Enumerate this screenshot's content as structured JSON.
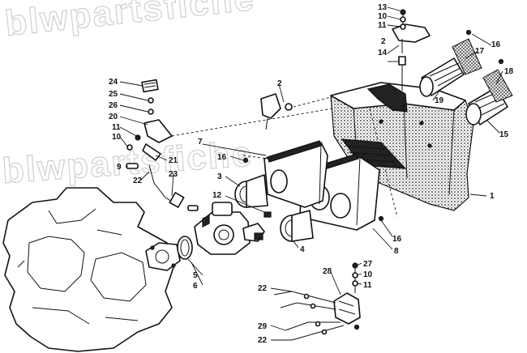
{
  "watermark": {
    "text": "blwpartsfiche"
  },
  "callouts": [
    {
      "id": "c13",
      "label": "13"
    },
    {
      "id": "c10a",
      "label": "10"
    },
    {
      "id": "c11a",
      "label": "11"
    },
    {
      "id": "c2a",
      "label": "2"
    },
    {
      "id": "c14",
      "label": "14"
    },
    {
      "id": "c16a",
      "label": "16"
    },
    {
      "id": "c17",
      "label": "17"
    },
    {
      "id": "c18",
      "label": "18"
    },
    {
      "id": "c19",
      "label": "19"
    },
    {
      "id": "c15",
      "label": "15"
    },
    {
      "id": "c24",
      "label": "24"
    },
    {
      "id": "c25",
      "label": "25"
    },
    {
      "id": "c26",
      "label": "26"
    },
    {
      "id": "c20",
      "label": "20"
    },
    {
      "id": "c11b",
      "label": "11"
    },
    {
      "id": "c10b",
      "label": "10"
    },
    {
      "id": "c2b",
      "label": "2"
    },
    {
      "id": "c7",
      "label": "7"
    },
    {
      "id": "c16b",
      "label": "16"
    },
    {
      "id": "c9",
      "label": "9"
    },
    {
      "id": "c21",
      "label": "21"
    },
    {
      "id": "c22a",
      "label": "22"
    },
    {
      "id": "c23",
      "label": "23"
    },
    {
      "id": "c3",
      "label": "3"
    },
    {
      "id": "c12",
      "label": "12"
    },
    {
      "id": "c1",
      "label": "1"
    },
    {
      "id": "c16c",
      "label": "16"
    },
    {
      "id": "c8",
      "label": "8"
    },
    {
      "id": "c4",
      "label": "4"
    },
    {
      "id": "c5",
      "label": "5"
    },
    {
      "id": "c6",
      "label": "6"
    },
    {
      "id": "c28",
      "label": "28"
    },
    {
      "id": "c27",
      "label": "27"
    },
    {
      "id": "c10c",
      "label": "10"
    },
    {
      "id": "c11c",
      "label": "11"
    },
    {
      "id": "c22b",
      "label": "22"
    },
    {
      "id": "c29",
      "label": "29"
    },
    {
      "id": "c22c",
      "label": "22"
    }
  ]
}
